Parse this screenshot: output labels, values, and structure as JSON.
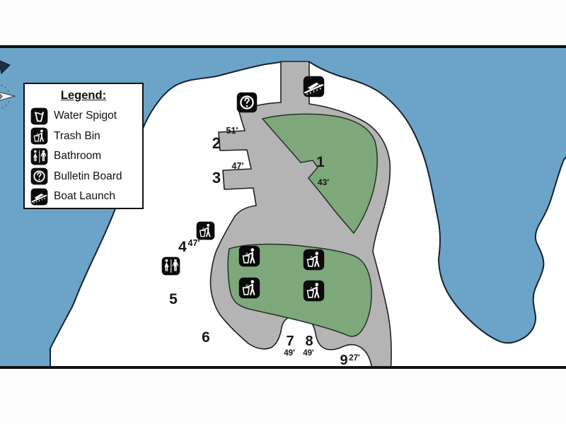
{
  "legend": {
    "title": "Legend:",
    "items": [
      {
        "icon": "water-spigot-icon",
        "label": "Water Spigot"
      },
      {
        "icon": "trash-bin-icon",
        "label": "Trash Bin"
      },
      {
        "icon": "bathroom-icon",
        "label": "Bathroom"
      },
      {
        "icon": "bulletin-board-icon",
        "label": "Bulletin Board"
      },
      {
        "icon": "boat-launch-icon",
        "label": "Boat Launch"
      }
    ]
  },
  "map": {
    "sites": [
      {
        "number": "1",
        "length": "43'"
      },
      {
        "number": "2",
        "length": "51'"
      },
      {
        "number": "3",
        "length": "47'"
      },
      {
        "number": "4",
        "length": "47'"
      },
      {
        "number": "5",
        "length": ""
      },
      {
        "number": "6",
        "length": ""
      },
      {
        "number": "7",
        "length": "49'"
      },
      {
        "number": "8",
        "length": "49'"
      },
      {
        "number": "9",
        "length": "27'"
      }
    ],
    "placed_icons": [
      "bulletin-board",
      "boat-launch",
      "trash-bin",
      "bathroom",
      "trash-bin",
      "trash-bin",
      "trash-bin",
      "trash-bin"
    ],
    "colors": {
      "water": "#6CA4C9",
      "land": "#FFFFFF",
      "road": "#B4B4B4",
      "grass": "#7EA87C",
      "coast_outline": "#16222E",
      "icon_background": "#0A0A0A",
      "border_line": "#111111"
    }
  }
}
